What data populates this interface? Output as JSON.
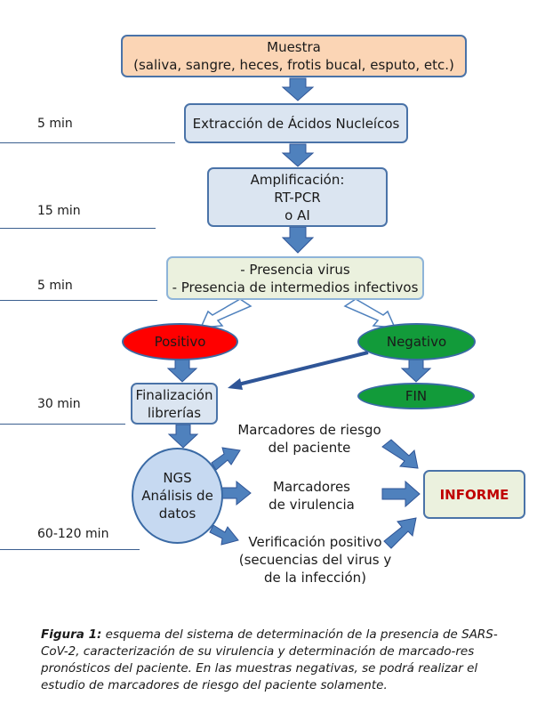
{
  "nodes": {
    "muestra": {
      "line1": "Muestra",
      "line2": "(saliva, sangre, heces, frotis bucal, esputo, etc.)"
    },
    "extraccion": "Extracción de Ácidos Nucleícos",
    "amplificacion": {
      "line1": "Amplificación:",
      "line2": "RT-PCR",
      "line3": "o AI"
    },
    "presencia": {
      "line1": "- Presencia virus",
      "line2": "- Presencia de intermedios infectivos"
    },
    "positivo": "Positivo",
    "negativo": "Negativo",
    "fin": "FIN",
    "finalizacion": {
      "line1": "Finalización",
      "line2": "librerías"
    },
    "ngs": {
      "line1": "NGS",
      "line2": "Análisis de",
      "line3": "datos"
    },
    "marcadores_riesgo": {
      "line1": "Marcadores  de riesgo",
      "line2": "del paciente"
    },
    "marcadores_virulencia": {
      "line1": "Marcadores",
      "line2": "de virulencia"
    },
    "verificacion": {
      "line1": "Verificación positivo",
      "line2": "(secuencias del virus y",
      "line3": "de la infección)"
    },
    "informe": "INFORME"
  },
  "times": [
    "5 min",
    "15 min",
    "5 min",
    "30 min",
    "60-120 min"
  ],
  "caption": {
    "label": "Figura 1:",
    "text": " esquema del sistema de determinación de la presencia de SARS-CoV-2, caracterización de su virulencia y determinación de marcado-res pronósticos del paciente. En las muestras negativas, se podrá realizar el estudio de marcadores de riesgo del paciente solamente."
  },
  "colors": {
    "arrow": "#4f81bd",
    "arrow_outline": "#2f5597",
    "box_blue": "#dbe5f1",
    "box_orange": "#fbd5b5",
    "box_green_light": "#ebf1de",
    "positivo": "#ff0000",
    "negativo": "#129b3a",
    "informe_text": "#c00000"
  }
}
